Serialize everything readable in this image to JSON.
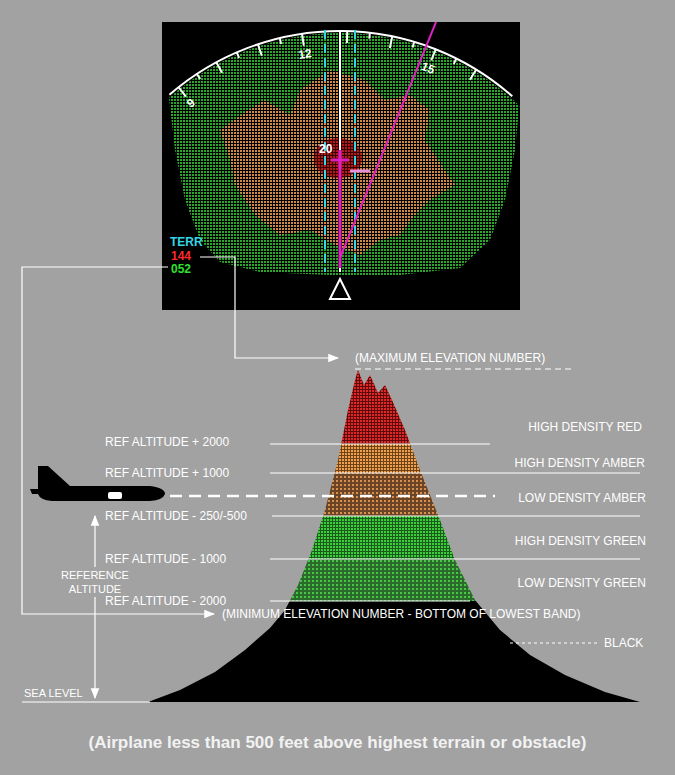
{
  "diagram": {
    "caption": "(Airplane less than 500 feet above highest terrain or obstacle)",
    "labels": [
      "9",
      "12",
      "15",
      "20",
      "TERR",
      "144",
      "052",
      "(MAXIMUM ELEVATION NUMBER)",
      "HIGH DENSITY RED",
      "REF ALTITUDE + 2000",
      "HIGH DENSITY AMBER",
      "REF ALTITUDE + 1000",
      "LOW DENSITY AMBER",
      "REF ALTITUDE - 250/-500",
      "HIGH DENSITY GREEN",
      "REF ALTITUDE - 1000",
      "LOW DENSITY GREEN",
      "REFERENCE ALTITUDE",
      "REF ALTITUDE - 2000",
      "(MINIMUM ELEVATION NUMBER - BOTTOM OF LOWEST BAND)",
      "BLACK",
      "SEA LEVEL"
    ]
  }
}
